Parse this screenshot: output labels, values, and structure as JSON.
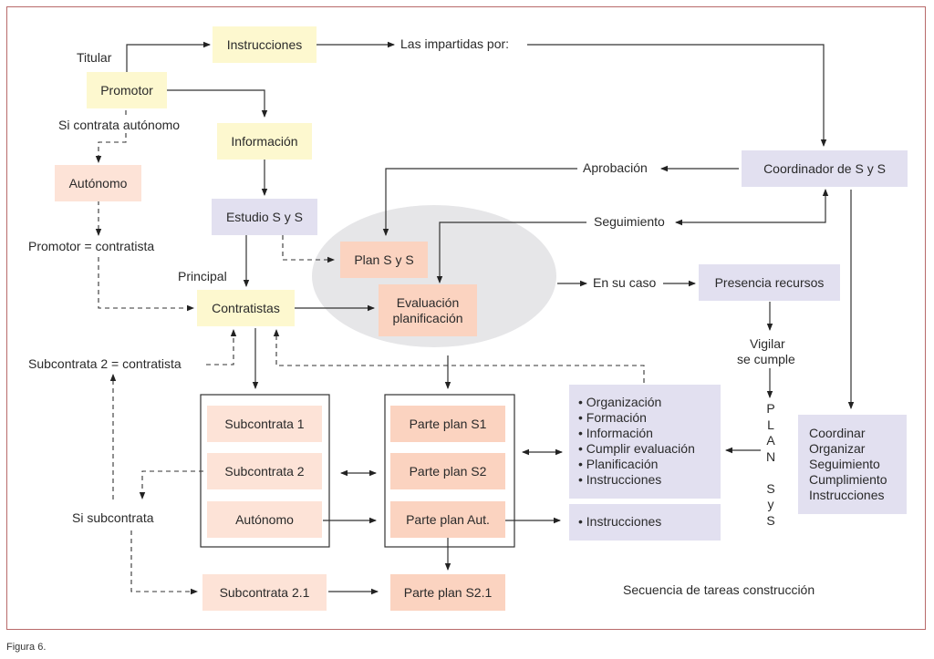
{
  "nodes": {
    "instrucciones": "Instrucciones",
    "promotor": "Promotor",
    "informacion": "Información",
    "autonomo_top": "Autónomo",
    "estudio": "Estudio S y S",
    "plan": "Plan S y S",
    "evaluacion": "Evaluación planificación",
    "contratistas": "Contratistas",
    "coordinador": "Coordinador de S y S",
    "presencia": "Presencia recursos",
    "subcontrata1": "Subcontrata 1",
    "subcontrata2": "Subcontrata 2",
    "autonomo_group": "Autónomo",
    "subcontrata21": "Subcontrata 2.1",
    "parte_s1": "Parte plan S1",
    "parte_s2": "Parte plan S2",
    "parte_aut": "Parte plan Aut.",
    "parte_s21": "Parte plan S2.1"
  },
  "labels": {
    "titular": "Titular",
    "si_contrata_autonomo": "Si contrata autónomo",
    "promotor_contratista": "Promotor = contratista",
    "principal": "Principal",
    "subcontrata2_contratista": "Subcontrata 2 = contratista",
    "si_subcontrata": "Si subcontrata",
    "las_impartidas": "Las impartidas por:",
    "aprobacion": "Aprobación",
    "seguimiento": "Seguimiento",
    "en_su_caso": "En su caso",
    "vigilar": "Vigilar",
    "se_cumple": "se cumple",
    "plan_vertical": [
      "P",
      "L",
      "A",
      "N",
      "",
      "S",
      "y",
      "S"
    ],
    "secuencia": "Secuencia de tareas construcción"
  },
  "duties_list": [
    "Organización",
    "Formación",
    "Información",
    "Cumplir evaluación",
    "Planificación",
    "Instrucciones"
  ],
  "aut_list": [
    "Instrucciones"
  ],
  "coord_list": [
    "Coordinar",
    "Organizar",
    "Seguimiento",
    "Cumplimiento",
    "Instrucciones"
  ],
  "caption": "Figura 6.",
  "colors": {
    "yellow": "#fdf8cf",
    "salmon": "#fbd3c0",
    "peach": "#fde3d7",
    "lavender": "#e2e0f0",
    "ellipse": "#e6e6e8",
    "frame": "#b86a6a"
  }
}
